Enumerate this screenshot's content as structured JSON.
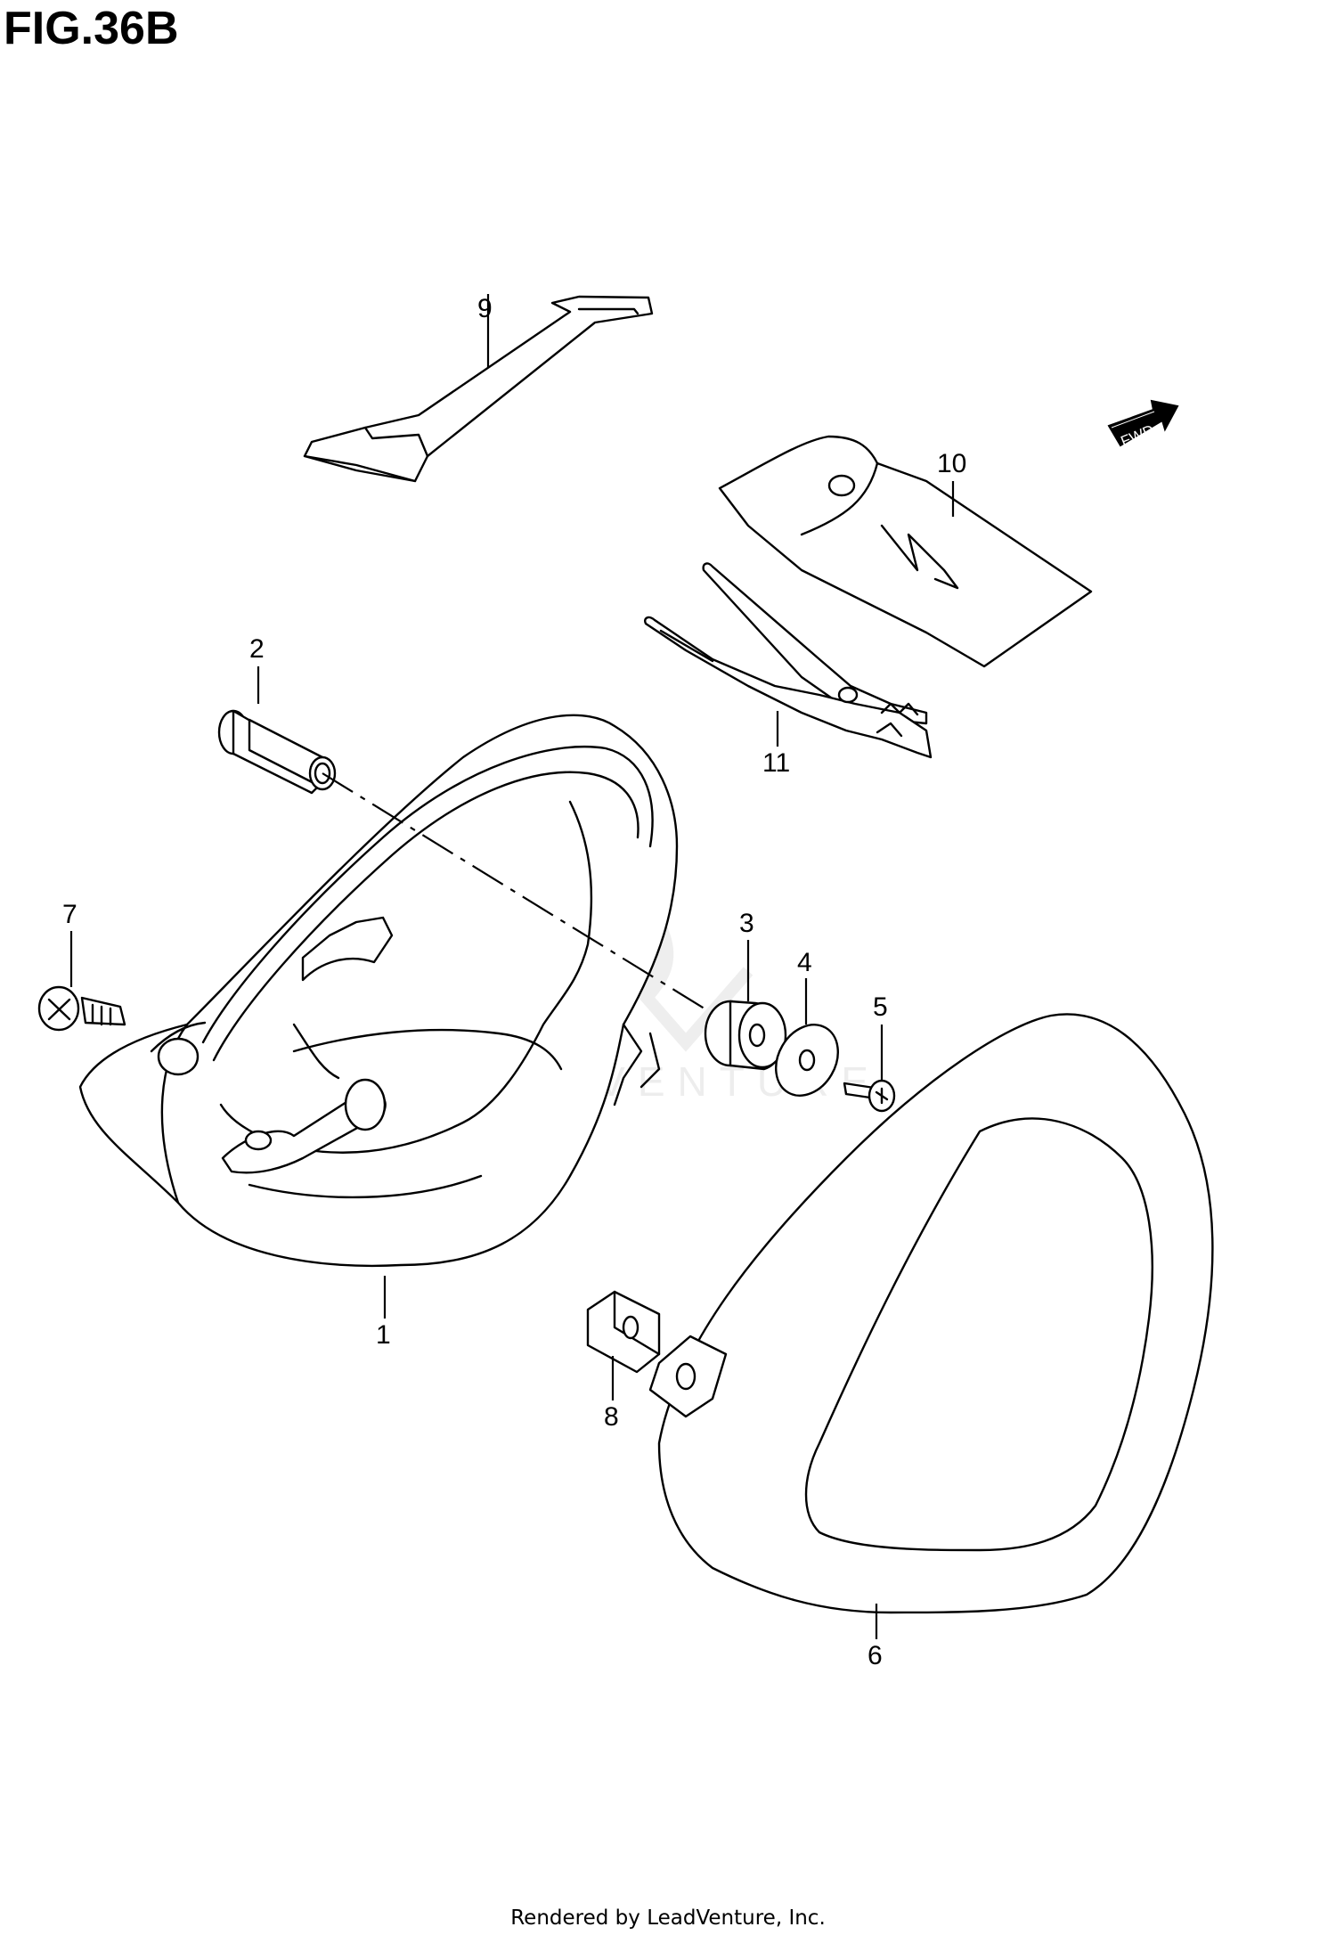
{
  "figure": {
    "title": "FIG.36B"
  },
  "direction_badge": {
    "text": "FWD"
  },
  "watermark": {
    "text": "LEADVENTURE"
  },
  "footer": {
    "text": "Rendered by LeadVenture, Inc."
  },
  "callouts": [
    {
      "id": "1",
      "label": "1"
    },
    {
      "id": "2",
      "label": "2"
    },
    {
      "id": "3",
      "label": "3"
    },
    {
      "id": "4",
      "label": "4"
    },
    {
      "id": "5",
      "label": "5"
    },
    {
      "id": "6",
      "label": "6"
    },
    {
      "id": "7",
      "label": "7"
    },
    {
      "id": "8",
      "label": "8"
    },
    {
      "id": "9",
      "label": "9"
    },
    {
      "id": "10",
      "label": "10"
    },
    {
      "id": "11",
      "label": "11"
    }
  ]
}
